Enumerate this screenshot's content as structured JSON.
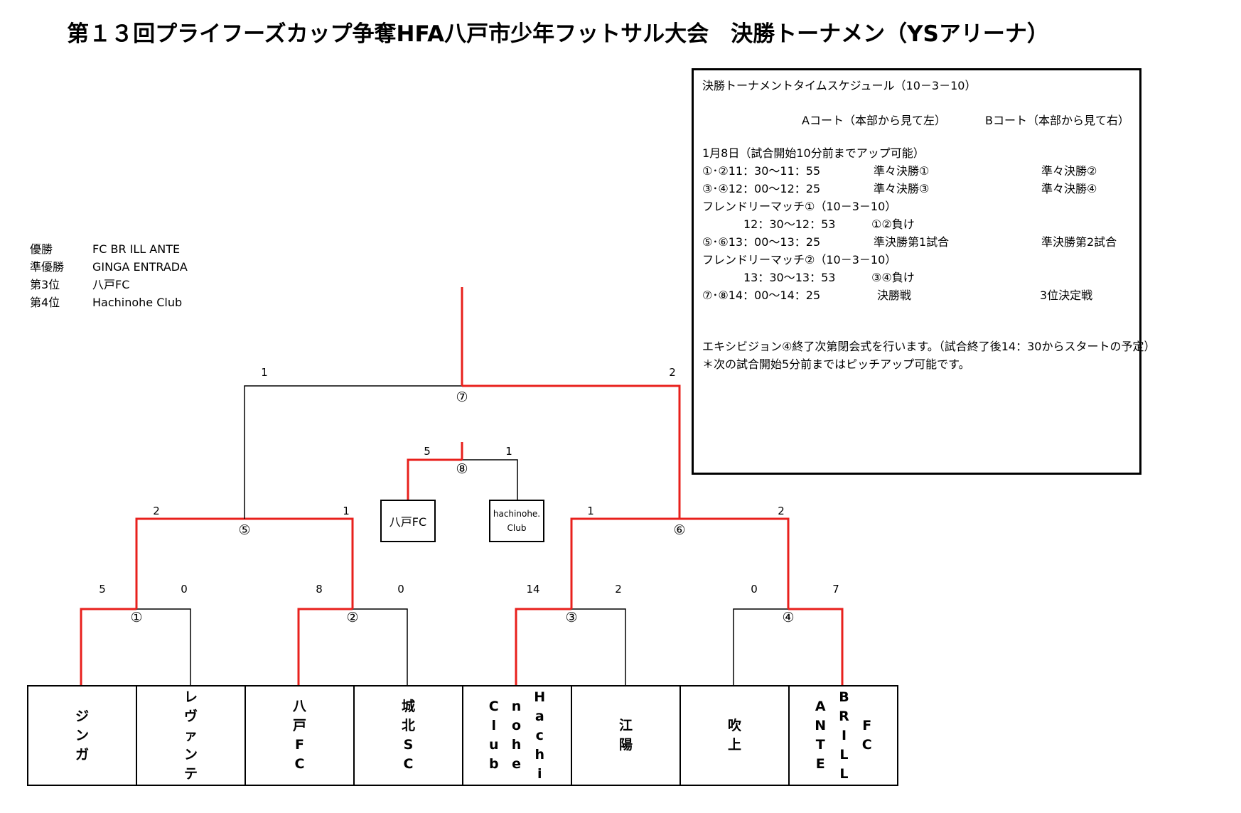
{
  "title": "第１３回プライフーズカップ争奪HFA八戸市少年フットサル大会　決勝トーナメン（YSアリーナ）",
  "results": [
    {
      "rank": "優勝",
      "team": "FC  BR ILL ANTE"
    },
    {
      "rank": "準優勝",
      "team": "GINGA  ENTRADA"
    },
    {
      "rank": "第3位",
      "team": "八戸FC"
    },
    {
      "rank": "第4位",
      "team": "Hachinohe Club"
    }
  ],
  "schedule": {
    "heading": "決勝トーナメントタイムスケジュール（10－3－10）",
    "court_a": "Aコート（本部から見て左）",
    "court_b": "Bコート（本部から見て右）",
    "date": "1月8日（試合開始10分前までアップ可能）",
    "rows": [
      {
        "time": "①･②11：30～11：55",
        "a": "準々決勝①",
        "b": "準々決勝②"
      },
      {
        "time": "③･④12：00～12：25",
        "a": "準々決勝③",
        "b": "準々決勝④"
      },
      {
        "time": "フレンドリーマッチ①（10－3－10）",
        "a": "",
        "b": ""
      },
      {
        "time": "12：30～12：53",
        "a": "①②負け",
        "b": ""
      },
      {
        "time": "⑤･⑥13：00～13：25",
        "a": "準決勝第1試合",
        "b": "準決勝第2試合"
      },
      {
        "time": "フレンドリーマッチ②（10－3－10）",
        "a": "",
        "b": ""
      },
      {
        "time": "13：30～13：53",
        "a": "③④負け",
        "b": ""
      },
      {
        "time": "⑦･⑧14：00～14：25",
        "a": "決勝戦",
        "b": "3位決定戦"
      }
    ],
    "note1": "エキシビジョン④終了次第閉会式を行います。（試合終了後14：30からスタートの予定）",
    "note2": "＊次の試合開始5分前まではピッチアップ可能です。"
  },
  "matches": {
    "m1": {
      "label": "①",
      "left": "5",
      "right": "0"
    },
    "m2": {
      "label": "②",
      "left": "8",
      "right": "0"
    },
    "m3": {
      "label": "③",
      "left": "14",
      "right": "2"
    },
    "m4": {
      "label": "④",
      "left": "0",
      "right": "7"
    },
    "m5": {
      "label": "⑤",
      "left": "2",
      "right": "1"
    },
    "m6": {
      "label": "⑥",
      "left": "1",
      "right": "2"
    },
    "m7": {
      "label": "⑦",
      "left": "1",
      "right": "2"
    },
    "m8": {
      "label": "⑧",
      "left": "5",
      "right": "1"
    }
  },
  "third_place": {
    "left_team": "八戸FC",
    "right_team_line1": "hachinohe.",
    "right_team_line2": "Club"
  },
  "teams": [
    {
      "cols": [
        "ジンガ"
      ]
    },
    {
      "cols": [
        "レヴァンテ"
      ]
    },
    {
      "cols": [
        "八戸FC"
      ]
    },
    {
      "cols": [
        "城北SC"
      ]
    },
    {
      "cols": [
        "Hachi",
        "nohe",
        "Club"
      ]
    },
    {
      "cols": [
        "江陽"
      ]
    },
    {
      "cols": [
        "吹上"
      ]
    },
    {
      "cols": [
        "FC",
        "BRILL",
        "ANTE"
      ]
    }
  ],
  "colors": {
    "winner_line": "#e8201c",
    "line": "#000000"
  }
}
